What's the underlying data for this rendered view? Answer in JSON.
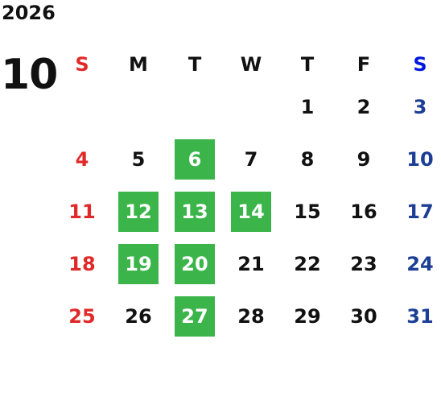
{
  "year": "2026",
  "month": "10",
  "weekdays": [
    "S",
    "M",
    "T",
    "W",
    "T",
    "F",
    "S"
  ],
  "weeks": [
    [
      "",
      "",
      "",
      "",
      "1",
      "2",
      "3"
    ],
    [
      "4",
      "5",
      "6",
      "7",
      "8",
      "9",
      "10"
    ],
    [
      "11",
      "12",
      "13",
      "14",
      "15",
      "16",
      "17"
    ],
    [
      "18",
      "19",
      "20",
      "21",
      "22",
      "23",
      "24"
    ],
    [
      "25",
      "26",
      "27",
      "28",
      "29",
      "30",
      "31"
    ]
  ],
  "highlighted_days": [
    "6",
    "12",
    "13",
    "14",
    "19",
    "20",
    "27"
  ],
  "colors": {
    "sunday": "#e02a2a",
    "saturday_header": "#0018e0",
    "saturday": "#1c3f95",
    "highlight": "#3bb54a",
    "text": "#111111"
  }
}
